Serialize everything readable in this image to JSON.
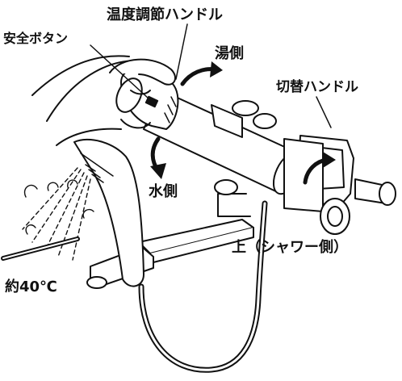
{
  "labels": {
    "temperature_handle": "温度調節ハンドル",
    "safety_button": "安全ボタン",
    "hot_side": "湯側",
    "switch_handle": "切替ハンドル",
    "cold_side": "水側",
    "shower_side": "上（シャワー側）",
    "water_temp": "約40℃"
  },
  "colors": {
    "line": "#111111",
    "fill": "#ffffff"
  }
}
